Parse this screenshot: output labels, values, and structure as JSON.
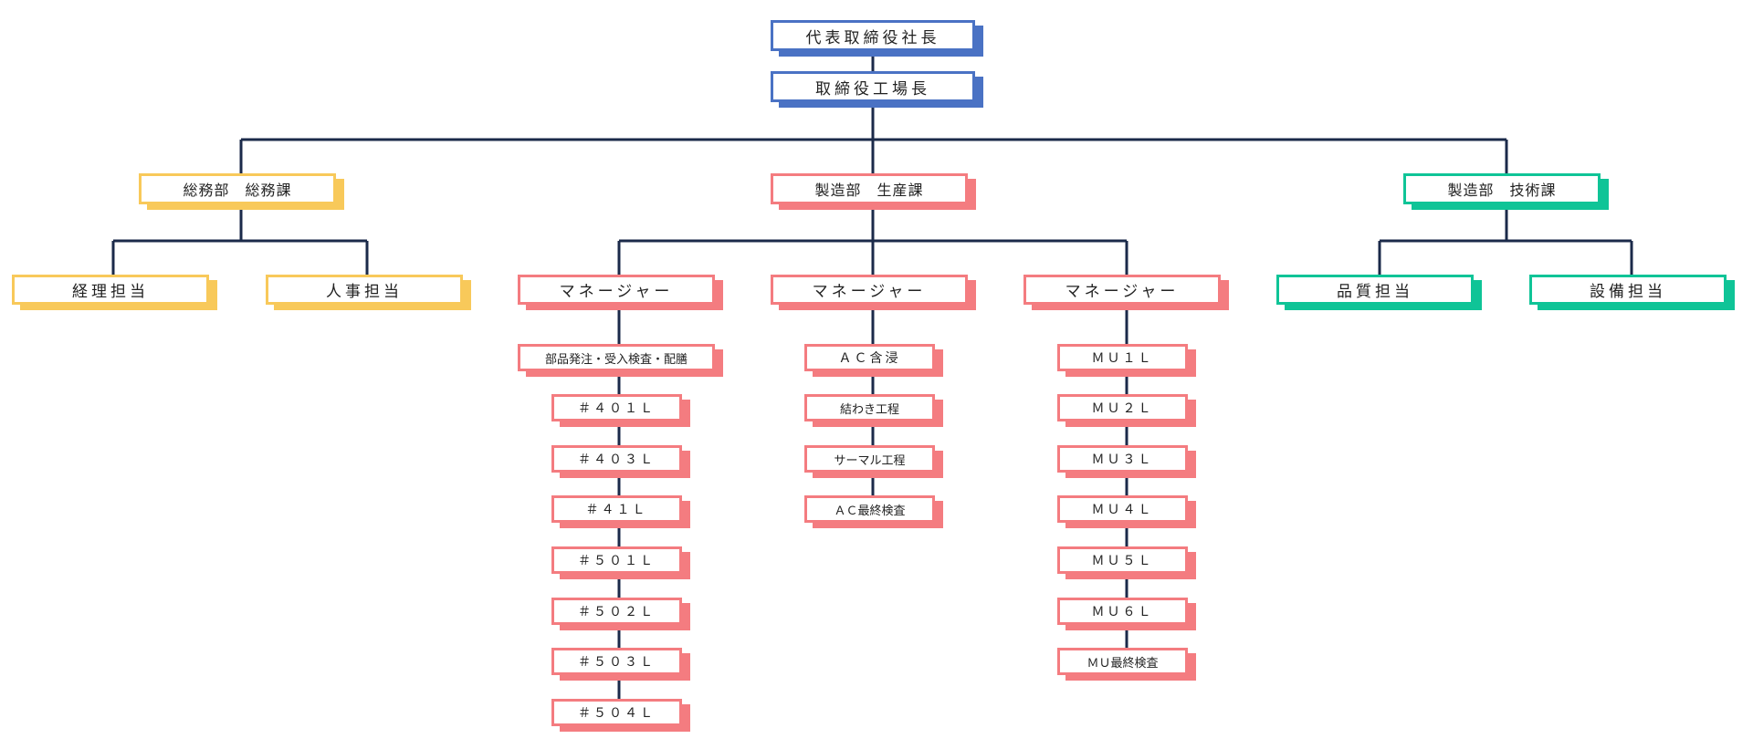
{
  "colors": {
    "line": "#1b2a4a",
    "exec": "#4a72c4",
    "admin": "#f8c95a",
    "production": "#f47c80",
    "engineering": "#0fc497"
  },
  "nodes": {
    "president": "代表取締役社長",
    "plant_manager": "取締役工場長",
    "admin_dept": "総務部　総務課",
    "accounting": "経理担当",
    "hr": "人事担当",
    "production_dept": "製造部　生産課",
    "manager_1": "マネージャー",
    "manager_2": "マネージャー",
    "manager_3": "マネージャー",
    "engineering_dept": "製造部　技術課",
    "quality": "品質担当",
    "equipment": "設備担当"
  },
  "lines_group_1": [
    "部品発注・受入検査・配膳",
    "＃４０１Ｌ",
    "＃４０３Ｌ",
    "＃４１Ｌ",
    "＃５０１Ｌ",
    "＃５０２Ｌ",
    "＃５０３Ｌ",
    "＃５０４Ｌ"
  ],
  "lines_group_2": [
    "ＡＣ含浸",
    "結わき工程",
    "サーマル工程",
    "ＡＣ最終検査"
  ],
  "lines_group_3": [
    "ＭＵ１Ｌ",
    "ＭＵ２Ｌ",
    "ＭＵ３Ｌ",
    "ＭＵ４Ｌ",
    "ＭＵ５Ｌ",
    "ＭＵ６Ｌ",
    "ＭＵ最終検査"
  ]
}
